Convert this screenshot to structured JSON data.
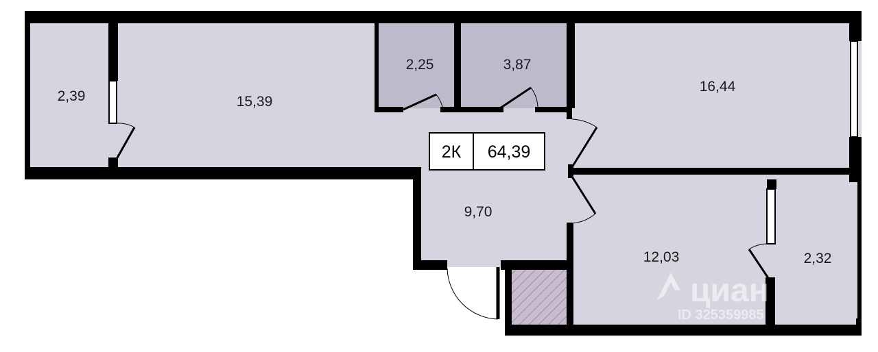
{
  "badge": {
    "rooms": "2К",
    "total_area": "64,39"
  },
  "rooms": [
    {
      "id": "balcony-left",
      "area": "2,39"
    },
    {
      "id": "living-room",
      "area": "15,39"
    },
    {
      "id": "bathroom",
      "area": "2,25"
    },
    {
      "id": "wc",
      "area": "3,87"
    },
    {
      "id": "room-right-top",
      "area": "16,44"
    },
    {
      "id": "hallway",
      "area": "9,70"
    },
    {
      "id": "room-right-bottom",
      "area": "12,03"
    },
    {
      "id": "balcony-right",
      "area": "2,32"
    }
  ],
  "watermark": {
    "brand": "циан",
    "id_text": "ID 325359985"
  },
  "colors": {
    "room": "#d5d4df",
    "room_dark": "#bfbacb",
    "wall": "#000000"
  }
}
